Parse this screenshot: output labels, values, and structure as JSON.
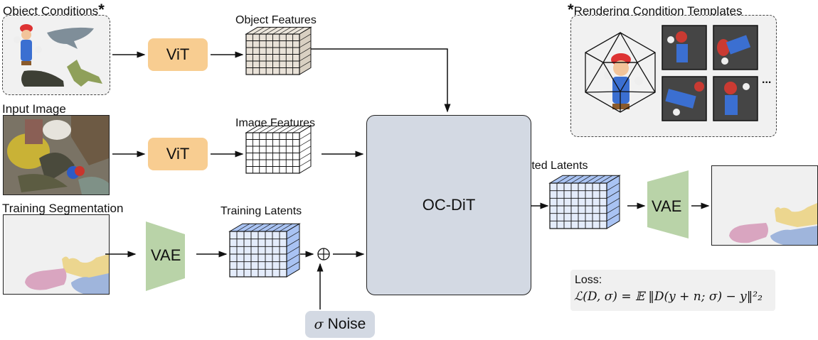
{
  "labels": {
    "object_conditions": "Object Conditions",
    "asterisk": "*",
    "object_features": "Object Features",
    "input_image": "Input Image",
    "image_features": "Image Features",
    "training_segmentation": "Training Segmentation",
    "training_latents": "Training Latents",
    "predicted_latents": "Predicted Latents",
    "rendering_templates": "Rendering Condition Templates",
    "ellipsis": "..."
  },
  "blocks": {
    "vit_top": "ViT",
    "vit_mid": "ViT",
    "vae_encoder": "VAE",
    "vae_decoder": "VAE",
    "oc_dit": "OC-DiT",
    "noise_symbol": "σ",
    "noise_label": "Noise",
    "sum_symbol": "+"
  },
  "loss": {
    "title": "Loss:",
    "formula": "ℒ(D, σ) = 𝔼 ‖D(y + n; σ) − y‖²₂"
  },
  "colors": {
    "vit": "#f8cd91",
    "vae": "#b9d3a8",
    "oc_dit": "#d3d9e3",
    "latent_fill": "#e4ecfb",
    "latent_side": "#a9c3f3",
    "feature_obj": "#e9e2d8",
    "seg_pink": "#d9a5c0",
    "seg_yellow": "#ecd68f",
    "seg_blue": "#9fb5dc"
  }
}
